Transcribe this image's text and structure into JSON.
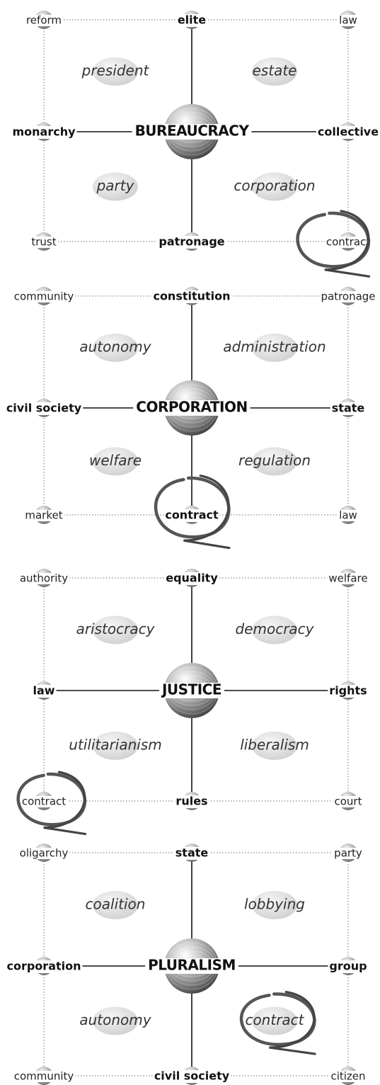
{
  "diagrams": [
    {
      "center": "BUREAUCRACY",
      "top": "elite",
      "bottom": "patronage",
      "left": "monarchy",
      "right": "collective",
      "corners": {
        "tl": "reform",
        "tr": "law",
        "bl": "trust",
        "br": "contract"
      },
      "quadrants": {
        "tl": "president",
        "tr": "estate",
        "bl": "party",
        "br": "corporation"
      },
      "highlight": "br"
    },
    {
      "center": "CORPORATION",
      "top": "constitution",
      "bottom": "contract",
      "left": "civil society",
      "right": "state",
      "corners": {
        "tl": "community",
        "tr": "patronage",
        "bl": "market",
        "br": "law"
      },
      "quadrants": {
        "tl": "autonomy",
        "tr": "administration",
        "bl": "welfare",
        "br": "regulation"
      },
      "highlight": "bottom"
    },
    {
      "center": "JUSTICE",
      "top": "equality",
      "bottom": "rules",
      "left": "law",
      "right": "rights",
      "corners": {
        "tl": "authority",
        "tr": "welfare",
        "bl": "contract",
        "br": "court"
      },
      "quadrants": {
        "tl": "aristocracy",
        "tr": "democracy",
        "bl": "utilitarianism",
        "br": "liberalism"
      },
      "highlight": "bl"
    },
    {
      "center": "PLURALISM",
      "top": "state",
      "bottom": "civil society",
      "left": "corporation",
      "right": "group",
      "corners": {
        "tl": "oligarchy",
        "tr": "party",
        "bl": "community",
        "br": "citizen"
      },
      "quadrants": {
        "tl": "coalition",
        "tr": "lobbying",
        "bl": "autonomy",
        "br": "contract"
      },
      "highlight": "q-br"
    }
  ]
}
